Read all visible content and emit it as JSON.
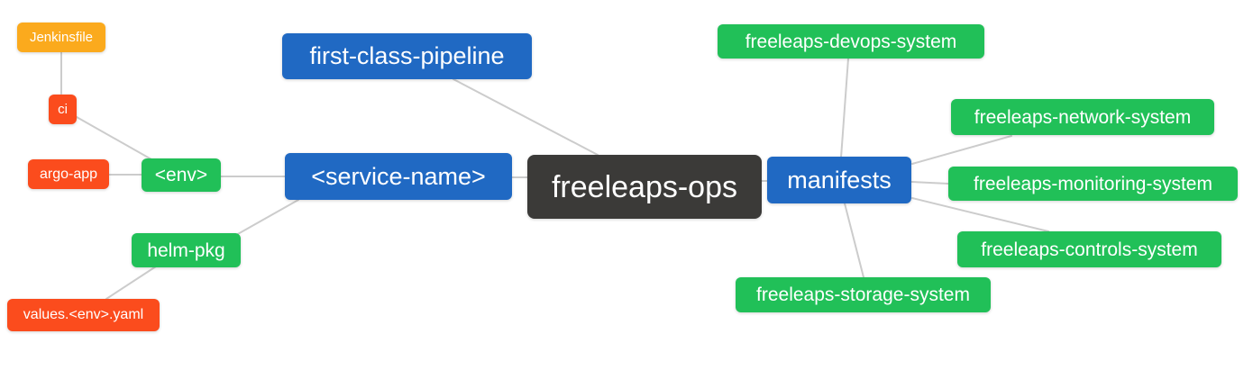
{
  "colors": {
    "dark": "#3b3a38",
    "blue": "#2069c3",
    "green": "#21c058",
    "red": "#fb4c1d",
    "amber": "#fbaa1d",
    "connector": "#cccccc",
    "text": "#ffffff",
    "background": "#ffffff"
  },
  "nodes": {
    "root": {
      "label": "freeleaps-ops"
    },
    "first_class_pipeline": {
      "label": "first-class-pipeline"
    },
    "service_name": {
      "label": "<service-name>"
    },
    "env": {
      "label": "<env>"
    },
    "ci": {
      "label": "ci"
    },
    "jenkinsfile": {
      "label": "Jenkinsfile"
    },
    "argo_app": {
      "label": "argo-app"
    },
    "helm_pkg": {
      "label": "helm-pkg"
    },
    "values_env_yaml": {
      "label": "values.<env>.yaml"
    },
    "manifests": {
      "label": "manifests"
    },
    "devops_system": {
      "label": "freeleaps-devops-system"
    },
    "network_system": {
      "label": "freeleaps-network-system"
    },
    "monitoring_system": {
      "label": "freeleaps-monitoring-system"
    },
    "controls_system": {
      "label": "freeleaps-controls-system"
    },
    "storage_system": {
      "label": "freeleaps-storage-system"
    }
  }
}
